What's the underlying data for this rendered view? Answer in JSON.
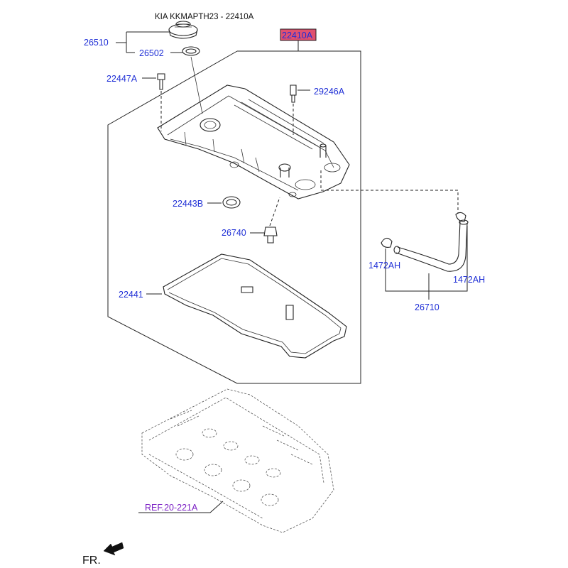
{
  "header": {
    "title": "KIA KKMAPTH23 - 22410A"
  },
  "highlight": {
    "part_number": "22410A",
    "color": "#e05070"
  },
  "callouts": {
    "p26510": "26510",
    "p26502": "26502",
    "p22447A": "22447A",
    "p29246A": "29246A",
    "p22443B": "22443B",
    "p26740": "26740",
    "p22441": "22441",
    "p1472AH_left": "1472AH",
    "p1472AH_right": "1472AH",
    "p26710": "26710"
  },
  "reference": {
    "label": "REF.20-221A",
    "color": "#7a1fc4"
  },
  "orientation": {
    "label": "FR."
  },
  "colors": {
    "callout": "#1f2fd6",
    "line": "#222222"
  },
  "icons": {
    "front_arrow": "arrow-left-icon"
  }
}
